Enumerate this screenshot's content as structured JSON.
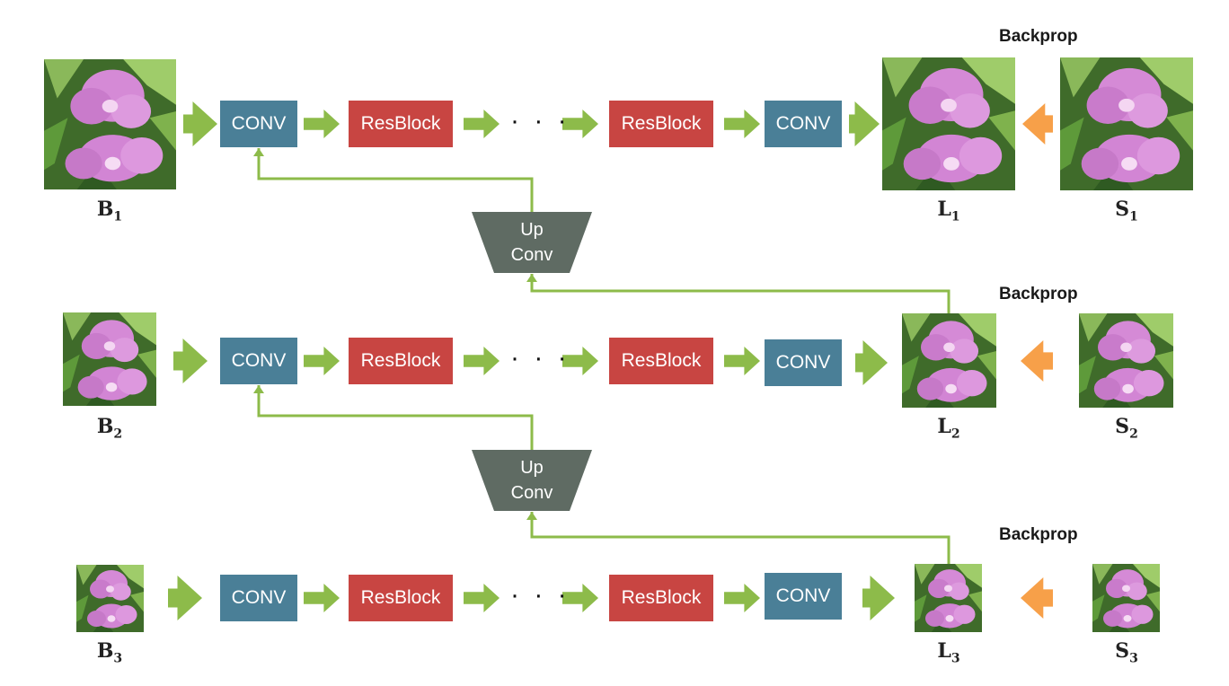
{
  "nodes": {
    "conv": "CONV",
    "resblock": "ResBlock",
    "ellipsis": "· · ·",
    "upconv_line1": "Up",
    "upconv_line2": "Conv",
    "backprop": "Backprop"
  },
  "labels": {
    "blurry": "B",
    "latent": "L",
    "sharp": "S",
    "scales": [
      "1",
      "2",
      "3"
    ]
  },
  "colors": {
    "conv": "#4a7f97",
    "resblock": "#c84542",
    "upconv": "#5f6b63",
    "flow_arrow": "#8dbb4a",
    "backprop_arrow": "#f7a049"
  }
}
